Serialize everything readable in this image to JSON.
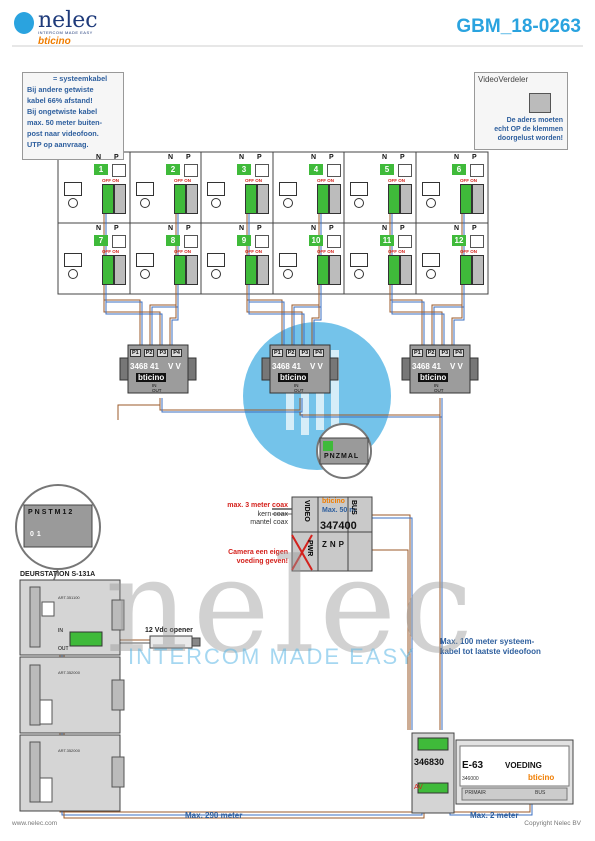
{
  "header": {
    "logo_text": "nelec",
    "logo_tagline": "INTERCOM MADE EASY",
    "brand": "bticino",
    "doc_id": "GBM_18-0263"
  },
  "legend": {
    "title": "= systeemkabel",
    "lines": [
      "Bij andere getwiste",
      "kabel 66% afstand!",
      "Bij ongetwiste kabel",
      "max. 50 meter buiten-",
      "post naar videofoon.",
      "UTP op aanvraag."
    ]
  },
  "video_distributor": {
    "title": "VideoVerdeler",
    "note": [
      "De aders moeten",
      "echt OP de klemmen",
      "doorgelust worden!"
    ]
  },
  "apartments": {
    "numbers": [
      "1",
      "2",
      "3",
      "4",
      "5",
      "6",
      "7",
      "8",
      "9",
      "10",
      "11",
      "12"
    ],
    "switch_label": "OFF ON",
    "np_labels": [
      "N",
      "P"
    ]
  },
  "distributors": {
    "model": "3468 41",
    "vv_label": "V V",
    "ports": [
      "P1",
      "P2",
      "P3",
      "P4"
    ],
    "in_label": "IN",
    "out_label": "OUT",
    "brand": "bticino"
  },
  "zoom_connector": {
    "labels": [
      "P",
      "N",
      "Z",
      "M",
      "A",
      "L"
    ]
  },
  "camera_module": {
    "model": "347400",
    "brand": "bticino",
    "video_label": "VIDEO",
    "pwr_label": "PWR",
    "bus_label": "BUS",
    "terminals": [
      "Z",
      "N",
      "P"
    ],
    "notes_left": [
      "max. 3 meter coax",
      "kern coax",
      "mantel coax"
    ],
    "camera_note": [
      "Camera een eigen",
      "voeding geven!"
    ],
    "distance": "Max. 50 m."
  },
  "door_station": {
    "title": "DEURSTATION S-131A",
    "zoom_labels": [
      "P",
      "N",
      "S",
      "TM",
      "1",
      "2",
      "0",
      "1"
    ],
    "module_codes": [
      "ART.351100",
      "ART.352000",
      "ART.352000"
    ],
    "opener_label": "12 Vdc opener",
    "in_label": "IN",
    "out_label": "OUT"
  },
  "system_note": [
    "Max. 100 meter systeem-",
    "kabel tot laatste videofoon"
  ],
  "main_unit": {
    "model": "346830",
    "av_label": "AV"
  },
  "power_supply": {
    "model": "E-63",
    "label": "VOEDING",
    "code": "346000",
    "brand": "bticino",
    "primary_label": "PRIMAIR",
    "bus_label": "BUS"
  },
  "distances": {
    "main": "Max. 290 meter",
    "short": "Max. 2 meter"
  },
  "watermark": {
    "text": "nelec",
    "tagline": "INTERCOM MADE EASY"
  },
  "footer": {
    "left": "www.nelec.com",
    "right": "Copyright Nelec BV"
  },
  "colors": {
    "accent": "#2aa3df",
    "brand_orange": "#f07d00",
    "cable_brown": "#9b5a2a",
    "cable_blue": "#3b6fc2",
    "green": "#3fba3a",
    "red": "#d4211c"
  }
}
